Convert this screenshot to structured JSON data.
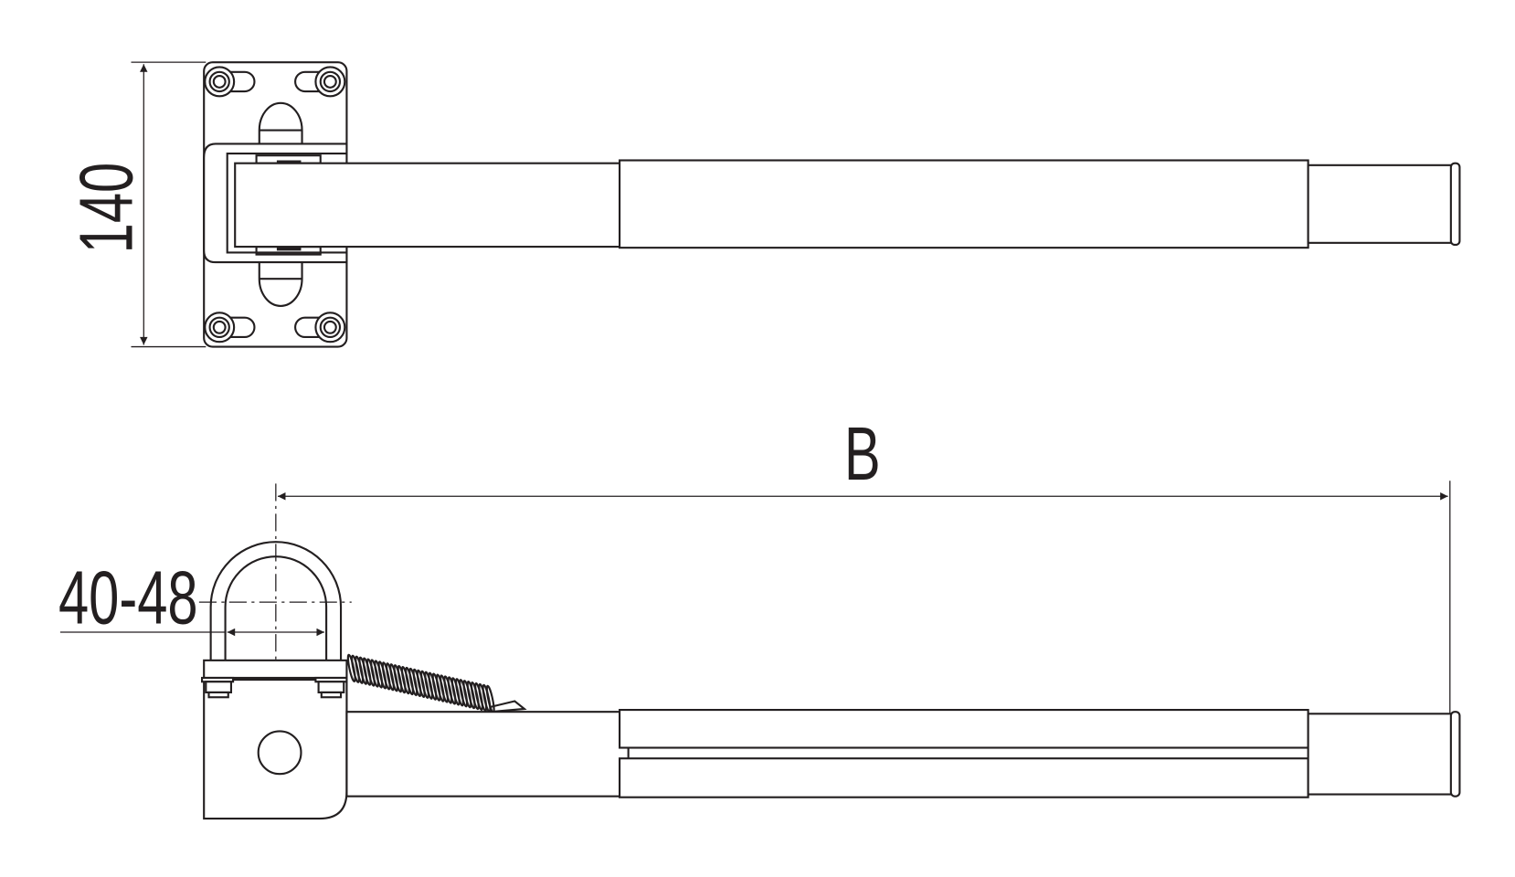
{
  "drawing": {
    "top_view": {
      "height_dimension": "140"
    },
    "side_view": {
      "length_dimension": "B",
      "clamp_range_dimension": "40-48"
    },
    "line_color": "#231f20"
  }
}
